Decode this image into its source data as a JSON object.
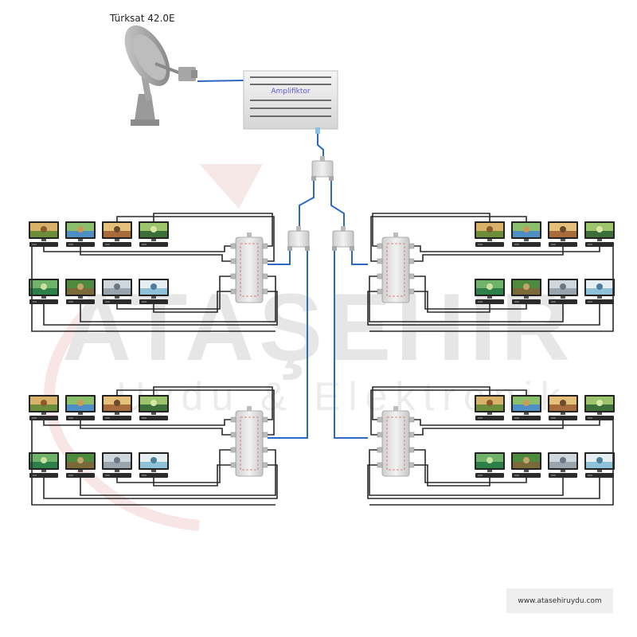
{
  "satellite": {
    "label": "Türksat 42.0E",
    "icon": "satellite-dish-icon"
  },
  "amplifier": {
    "label": "Amplifiktor",
    "icon": "amplifier-icon"
  },
  "watermark": {
    "brand": "ATAŞEHİR",
    "subtitle": "Uydu & Elektronik"
  },
  "website": {
    "url": "www.atasehiruydu.com"
  },
  "colors": {
    "coax_blue": "#2d68c4",
    "cable_dark": "#2a2a2a",
    "watermark": "#e7e7e7",
    "watermark_accent": "#f3c9c9"
  },
  "counts": {
    "distribution_groups": 4,
    "tvs_per_group": 8
  }
}
